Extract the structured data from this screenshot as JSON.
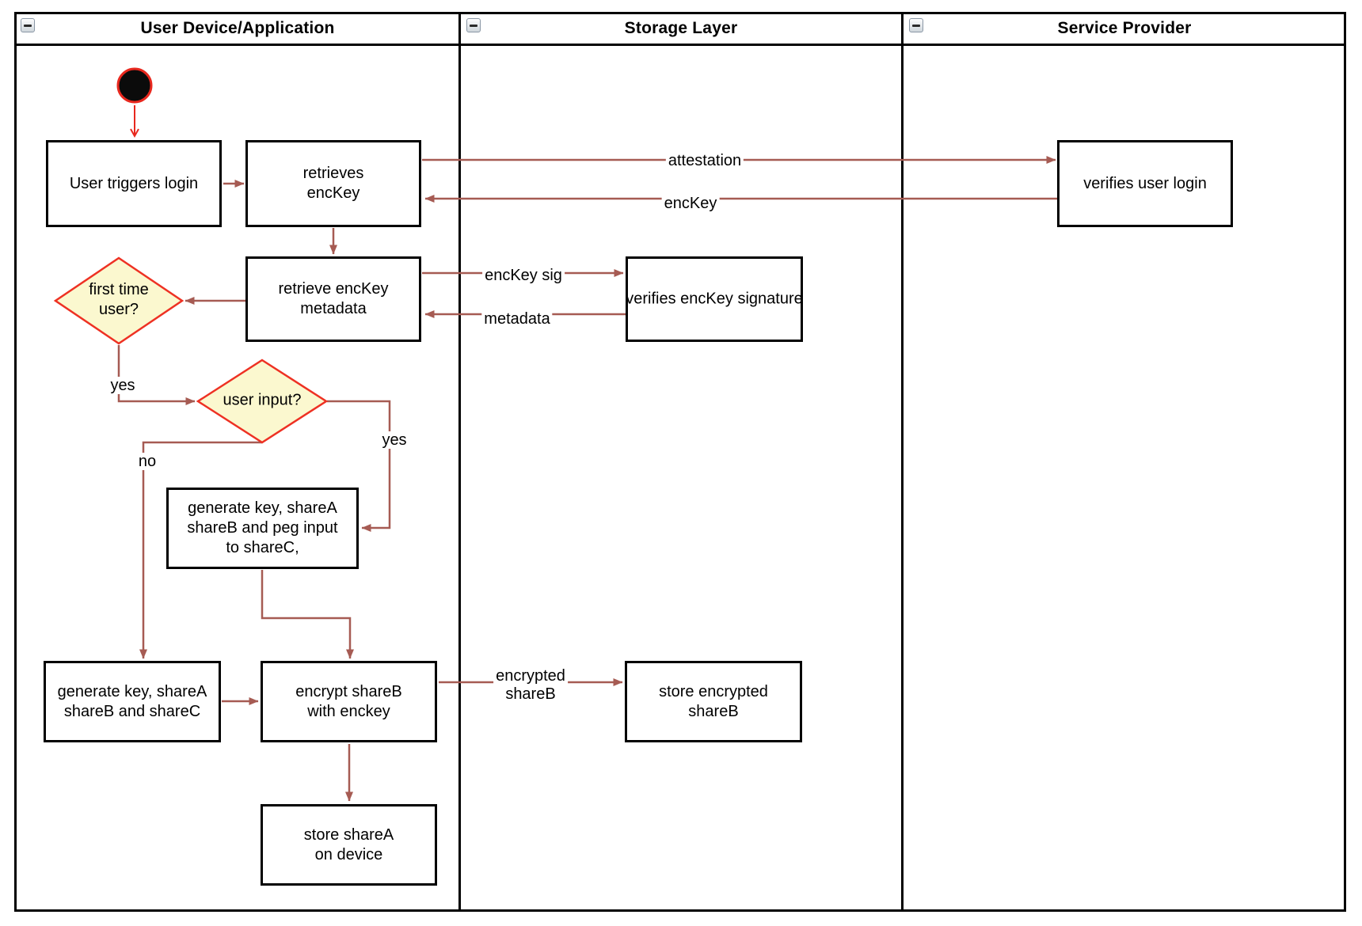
{
  "lanes": [
    {
      "title": "User Device/Application"
    },
    {
      "title": "Storage Layer"
    },
    {
      "title": "Service Provider"
    }
  ],
  "nodes": {
    "user_triggers_login": "User triggers login",
    "retrieves_enckey": "retrieves\nencKey",
    "verifies_user_login": "verifies user login",
    "retrieve_enckey_metadata": "retrieve encKey\nmetadata",
    "verifies_enckey_signature": "verifies encKey signature",
    "first_time_user": "first time\nuser?",
    "user_input": "user input?",
    "generate_key_peg_input": "generate key, shareA\nshareB and peg input\nto shareC,",
    "generate_key_sharec": "generate key, shareA\nshareB and shareC",
    "encrypt_shareb": "encrypt shareB\nwith enckey",
    "store_encrypted_shareb": "store encrypted\nshareB",
    "store_sharea": "store shareA\non device"
  },
  "edges": {
    "attestation": "attestation",
    "enckey": "encKey",
    "enckey_sig": "encKey sig",
    "metadata": "metadata",
    "encrypted_shareb": "encrypted\nshareB",
    "yes_first_time": "yes",
    "yes_user_input": "yes",
    "no_user_input": "no"
  },
  "colors": {
    "edge_red": "#A65B53",
    "start_red": "#E8281E",
    "decision_fill": "#FBF8CF",
    "decision_stroke": "#EE3123",
    "line_black": "#000000"
  }
}
